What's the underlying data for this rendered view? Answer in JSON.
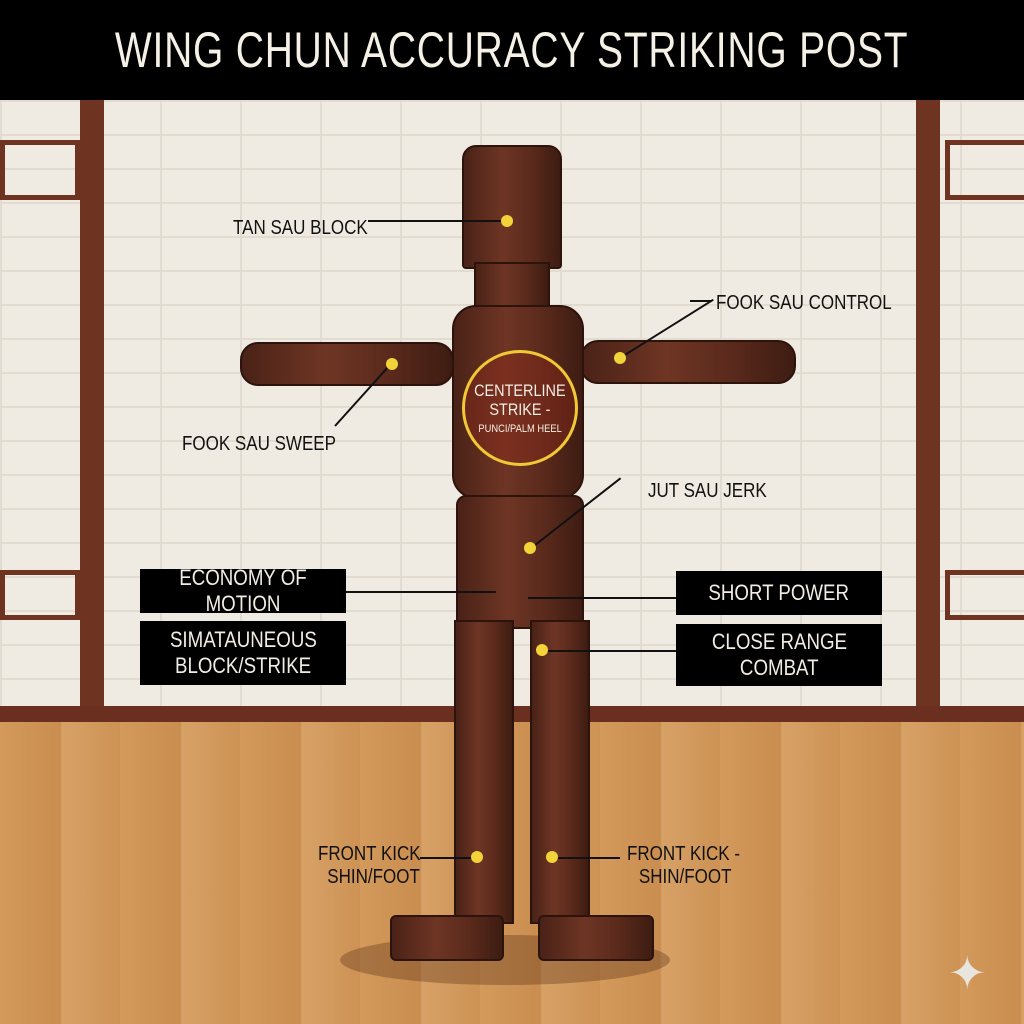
{
  "title": "WING CHUN ACCURACY STRIKING POST",
  "center_target": {
    "line1": "CENTERLINE",
    "line2": "STRIKE -",
    "line3": "PUNCI/PALM HEEL"
  },
  "callouts": {
    "tan_sau": "TAN SAU BLOCK",
    "fook_sau_control": "FOOK SAU CONTROL",
    "fook_sau_sweep": "FOOK SAU SWEEP",
    "jut_sau": "JUT SAU JERK",
    "kick_left_1": "FRONT KICK",
    "kick_left_2": "SHIN/FOOT",
    "kick_right_1": "FRONT KICK -",
    "kick_right_2": "SHIN/FOOT"
  },
  "boxes": {
    "economy": "ECONOMY OF MOTION",
    "simultaneous_1": "SIMATAUNEOUS",
    "simultaneous_2": "BLOCK/STRIKE",
    "short_power": "SHORT POWER",
    "close_range_1": "CLOSE RANGE",
    "close_range_2": "COMBAT"
  },
  "colors": {
    "marker": "#f3d33a",
    "wood": "#5a2a1c",
    "banner": "#000000"
  }
}
